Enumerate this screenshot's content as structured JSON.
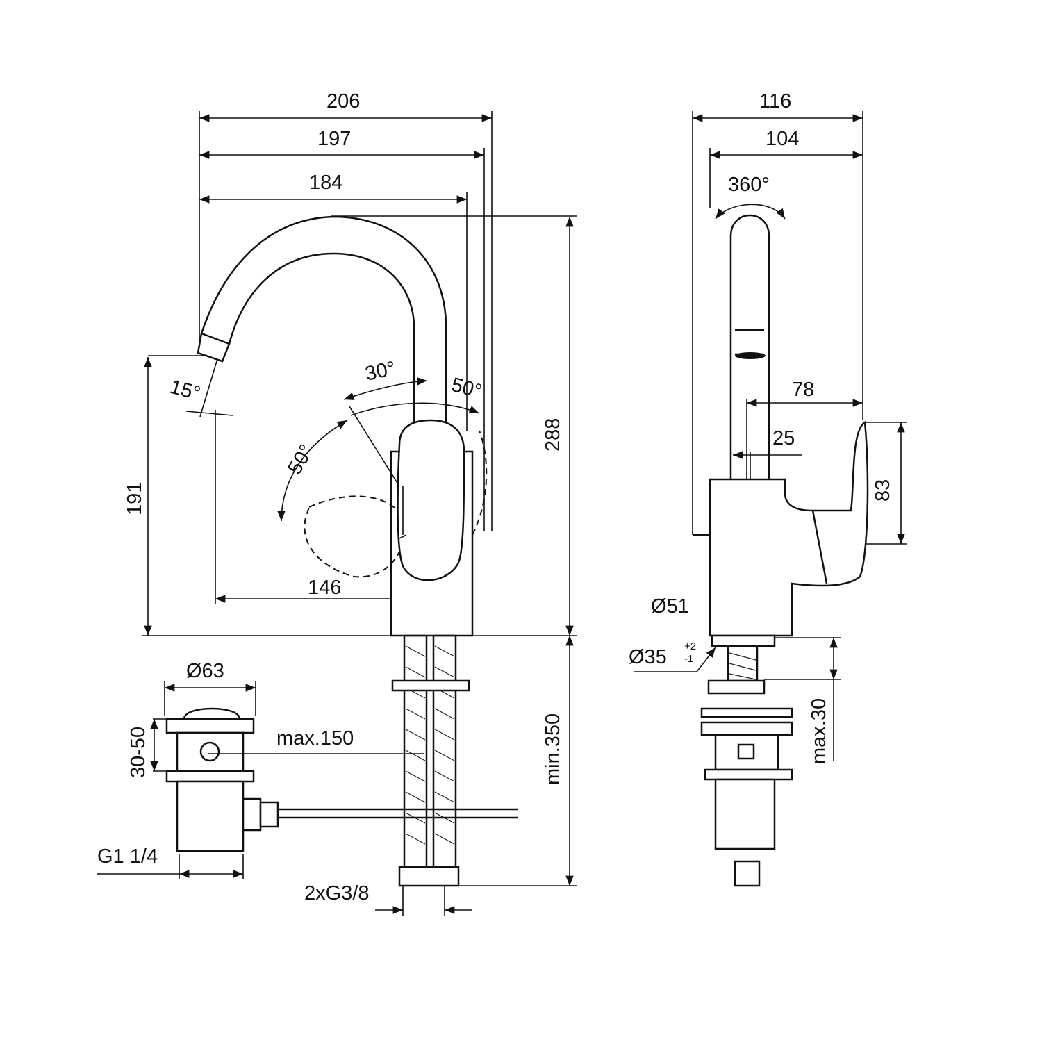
{
  "front_view": {
    "dim_206": "206",
    "dim_197": "197",
    "dim_184": "184",
    "dim_288": "288",
    "dim_191": "191",
    "dim_146": "146",
    "angle_15": "15°",
    "angle_30": "30°",
    "angle_50_right": "50°",
    "angle_50_left": "50°",
    "dim_min350": "min.350",
    "dim_2xG38": "2xG3/8"
  },
  "drain": {
    "dim_d63": "Ø63",
    "dim_30_50": "30-50",
    "dim_max150": "max.150",
    "dim_G114": "G1 1/4"
  },
  "side_view": {
    "dim_116": "116",
    "dim_104": "104",
    "angle_360": "360°",
    "dim_78": "78",
    "dim_25": "25",
    "dim_83": "83",
    "dim_d51": "Ø51",
    "dim_d35": "Ø35",
    "tol_plus": "+2",
    "tol_minus": "-1",
    "dim_max30": "max.30"
  }
}
